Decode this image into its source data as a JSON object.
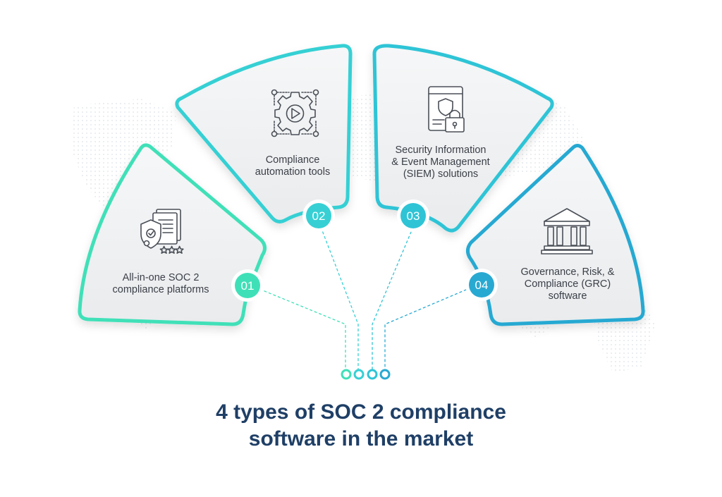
{
  "title": "4 types of SOC 2 compliance\nsoftware in the market",
  "colors": {
    "card1": "#3fe0b8",
    "card2": "#36d0d4",
    "card3": "#2ec4d6",
    "card4": "#28a9d2",
    "title": "#1f3f66",
    "text": "#3b3f47"
  },
  "cards": [
    {
      "number": "01",
      "label": "All-in-one SOC 2\ncompliance platforms",
      "icon": "certificate-shield-icon"
    },
    {
      "number": "02",
      "label": "Compliance\nautomation tools",
      "icon": "gear-play-icon"
    },
    {
      "number": "03",
      "label": "Security Information\n& Event Management\n(SIEM) solutions",
      "icon": "monitor-lock-icon"
    },
    {
      "number": "04",
      "label": "Governance, Risk, &\nCompliance (GRC)\nsoftware",
      "icon": "courthouse-icon"
    }
  ]
}
